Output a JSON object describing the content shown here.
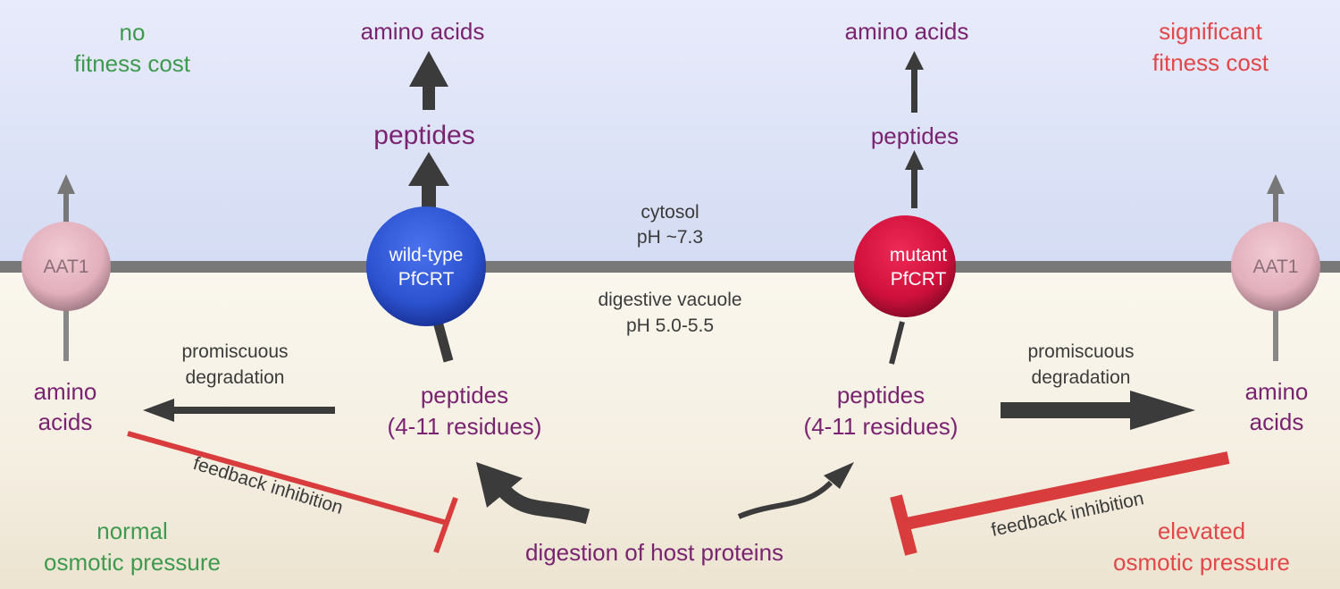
{
  "compartments": {
    "cytosol": {
      "name": "cytosol",
      "ph": "pH ~7.3"
    },
    "vacuole": {
      "name": "digestive vacuole",
      "ph": "pH 5.0-5.5"
    }
  },
  "transporters": {
    "aat1_left": {
      "label": "AAT1"
    },
    "wildtype": {
      "line1": "wild-type",
      "line2": "PfCRT"
    },
    "mutant": {
      "line1": "mutant",
      "line2": "PfCRT"
    },
    "aat1_right": {
      "label": "AAT1"
    }
  },
  "left": {
    "fitness": {
      "line1": "no",
      "line2": "fitness cost"
    },
    "cytosol_amino": "amino acids",
    "cytosol_peptides": "peptides",
    "vacuole_amino": {
      "line1": "amino",
      "line2": "acids"
    },
    "degradation": {
      "line1": "promiscuous",
      "line2": "degradation"
    },
    "peptides": {
      "line1": "peptides",
      "line2": "(4-11 residues)"
    },
    "feedback": "feedback inhibition",
    "osmotic": {
      "line1": "normal",
      "line2": "osmotic pressure"
    }
  },
  "right": {
    "fitness": {
      "line1": "significant",
      "line2": "fitness cost"
    },
    "cytosol_amino": "amino acids",
    "cytosol_peptides": "peptides",
    "vacuole_amino": {
      "line1": "amino",
      "line2": "acids"
    },
    "degradation": {
      "line1": "promiscuous",
      "line2": "degradation"
    },
    "peptides": {
      "line1": "peptides",
      "line2": "(4-11 residues)"
    },
    "feedback": "feedback inhibition",
    "osmotic": {
      "line1": "elevated",
      "line2": "osmotic pressure"
    }
  },
  "center": {
    "digestion": "digestion of host proteins"
  },
  "colors": {
    "purple": "#7a2370",
    "green": "#3e9a4e",
    "red": "#e2474a",
    "arrow": "#3b3b3b",
    "membrane": "#787878",
    "wildtype": "#2f55d4",
    "mutant": "#d6143f",
    "aat1": "#e6b4c0"
  }
}
